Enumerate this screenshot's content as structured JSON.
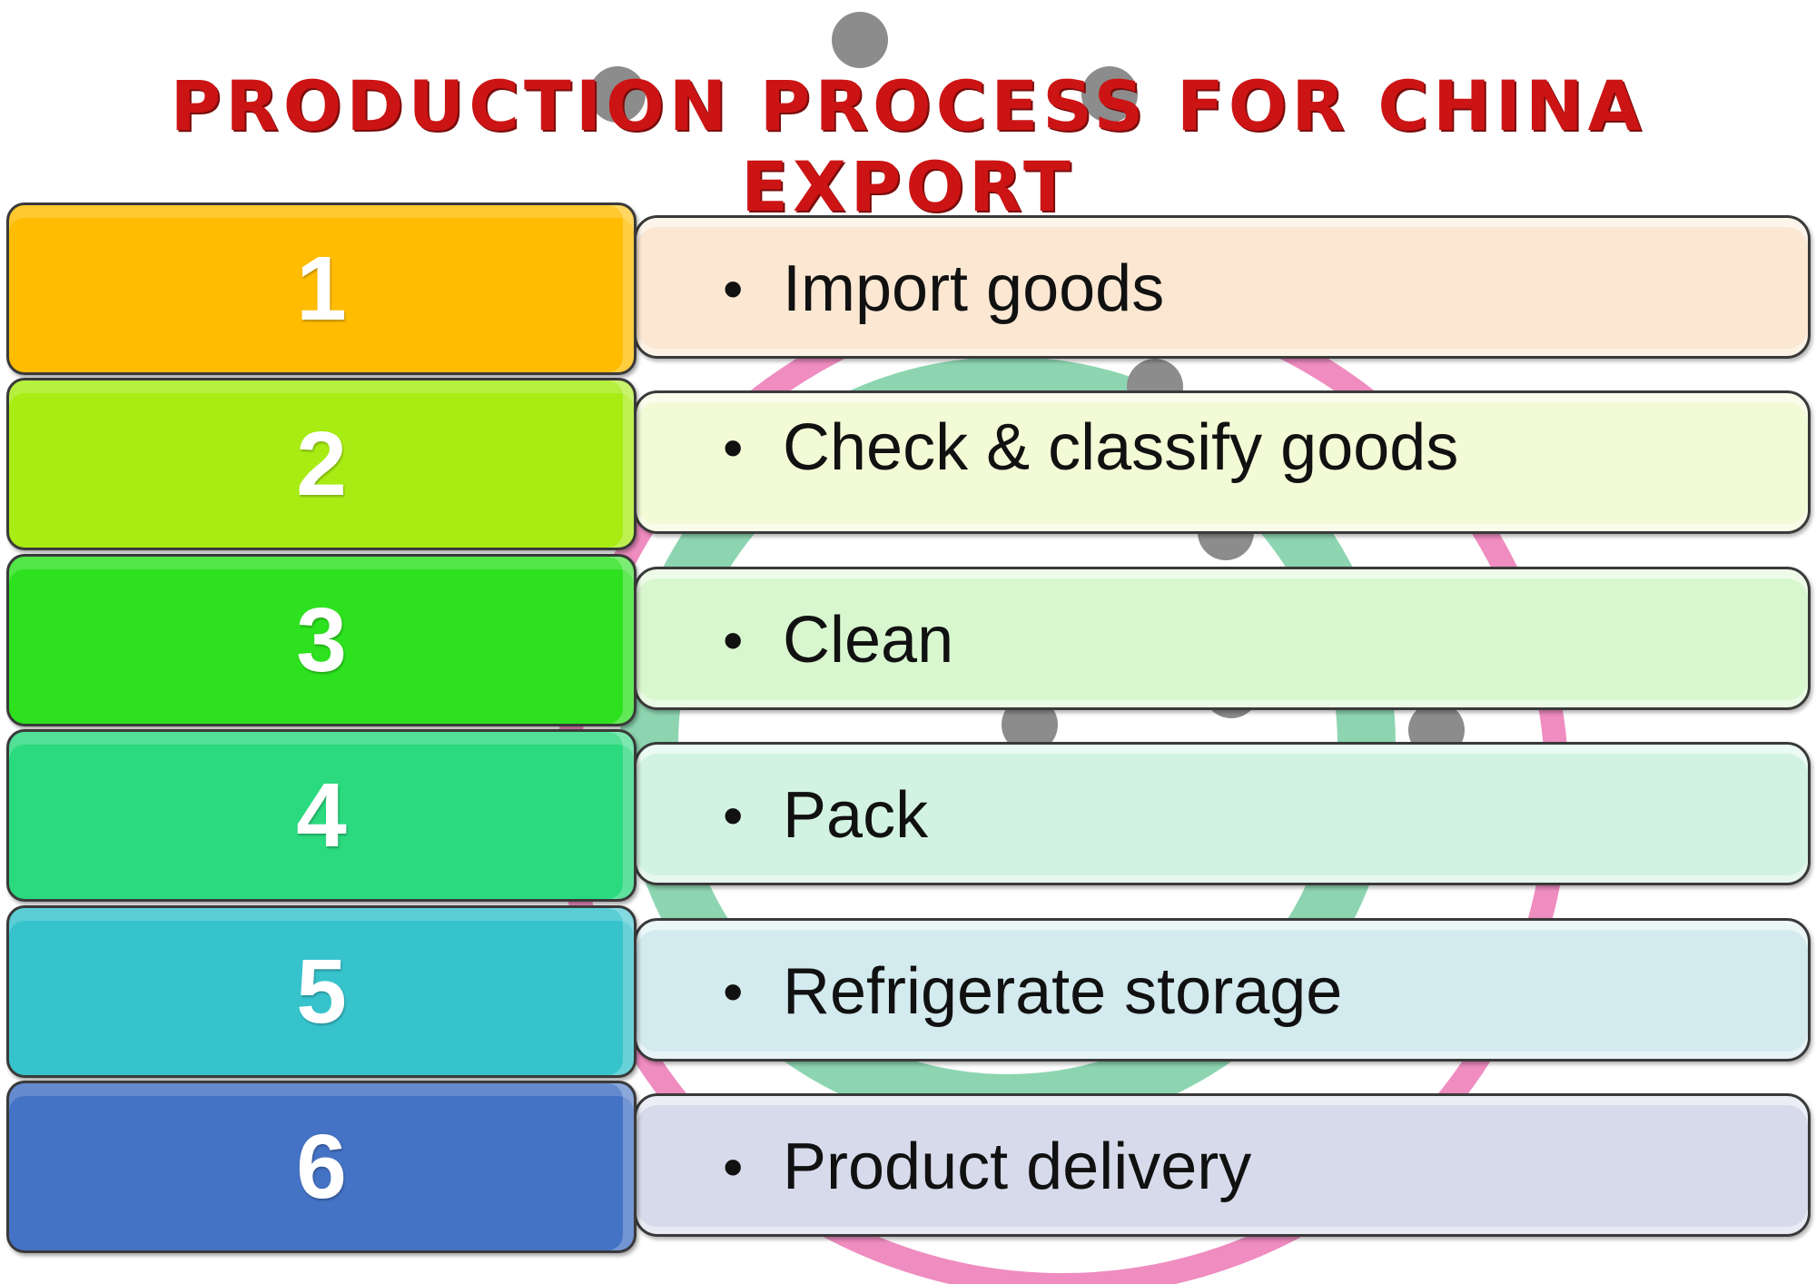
{
  "title": "PRODUCTION PROCESS FOR CHINA EXPORT",
  "bullet_glyph": "•",
  "steps": [
    {
      "number": "1",
      "label": "Import goods",
      "num_color": "#ffbc00",
      "label_color": "#fbe7d2"
    },
    {
      "number": "2",
      "label": "Check & classify goods",
      "num_color": "#a8ec14",
      "label_color": "#f3fad6"
    },
    {
      "number": "3",
      "label": "Clean",
      "num_color": "#2de11f",
      "label_color": "#d9f7cf"
    },
    {
      "number": "4",
      "label": "Pack",
      "num_color": "#2bd97f",
      "label_color": "#d3f3e2"
    },
    {
      "number": "5",
      "label": "Refrigerate storage",
      "num_color": "#37c3cc",
      "label_color": "#d3eaee"
    },
    {
      "number": "6",
      "label": "Product delivery",
      "num_color": "#4472c4",
      "label_color": "#d6daea"
    }
  ],
  "colors": {
    "title": "#cc1414",
    "background_dots": "#8c8c8c",
    "background_arc_green": "#8dd5b0",
    "background_arc_pink": "#ef8cc0"
  }
}
